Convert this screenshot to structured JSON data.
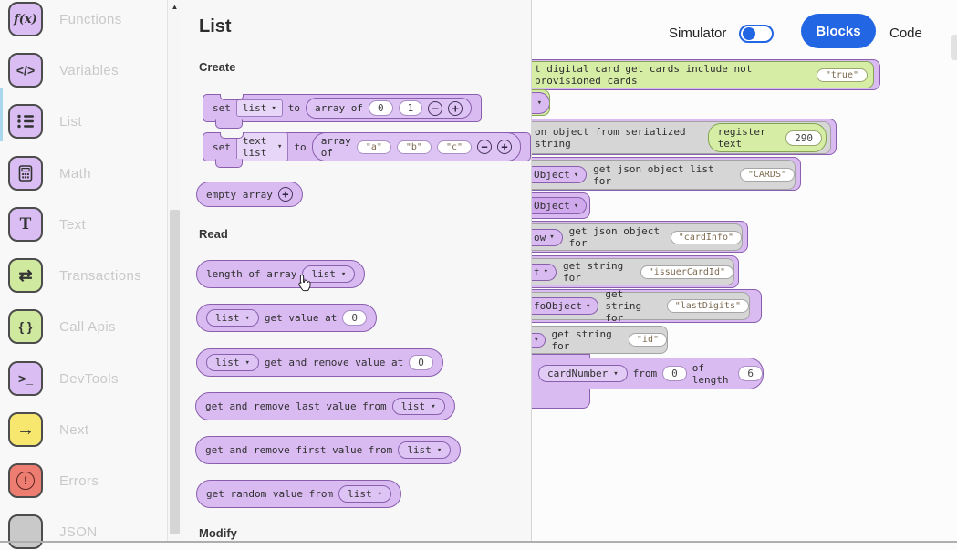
{
  "icons": {
    "dropdown": "▾",
    "plus": "+",
    "minus": "−",
    "scroll_up": "▲",
    "fx": "f(x)",
    "variables": "</>",
    "text": "T",
    "transactions": "⇄",
    "call_apis": "{ }",
    "devtools": ">_",
    "next": "→",
    "errors": "!"
  },
  "sidebar": {
    "items": [
      {
        "label": "Functions"
      },
      {
        "label": "Variables"
      },
      {
        "label": "List"
      },
      {
        "label": "Math"
      },
      {
        "label": "Text"
      },
      {
        "label": "Transactions"
      },
      {
        "label": "Call Apis"
      },
      {
        "label": "DevTools"
      },
      {
        "label": "Next"
      },
      {
        "label": "Errors"
      },
      {
        "label": "JSON"
      }
    ]
  },
  "topbar": {
    "simulator_label": "Simulator",
    "blocks_button": "Blocks",
    "code_button": "Code"
  },
  "flyout": {
    "title": "List",
    "create_label": "Create",
    "read_label": "Read",
    "modify_label": "Modify",
    "set_list": {
      "set": "set",
      "var": "list",
      "to": "to",
      "array_of": "array of",
      "items": [
        "0",
        "1"
      ]
    },
    "set_text_list": {
      "set": "set",
      "var": "text list",
      "to": "to",
      "array_of": "array of",
      "items": [
        "\"a\"",
        "\"b\"",
        "\"c\""
      ]
    },
    "empty_array": {
      "label": "empty array"
    },
    "length_of_array": {
      "label": "length of array",
      "var": "list"
    },
    "get_value_at": {
      "var": "list",
      "label": "get value at",
      "index": "0"
    },
    "get_remove_value_at": {
      "var": "list",
      "label": "get and remove value at",
      "index": "0"
    },
    "get_remove_last": {
      "label": "get and remove last value from",
      "var": "list"
    },
    "get_remove_first": {
      "label": "get and remove first value from",
      "var": "list"
    },
    "get_random": {
      "label": "get random value from",
      "var": "list"
    }
  },
  "workspace": {
    "get_cards": {
      "text": "t digital card get cards include not provisioned cards",
      "value": "\"true\""
    },
    "from_serialized": {
      "text": "on object from serialized string",
      "pill": "register text",
      "pill_value": "290"
    },
    "get_json_list": {
      "dropdown": "Object",
      "text": "get json object list for",
      "value": "\"CARDS\""
    },
    "object_stub": {
      "dropdown": "Object"
    },
    "get_json_object": {
      "dropdown": "ow",
      "text": "get json object for",
      "value": "\"cardInfo\""
    },
    "get_string_issuer": {
      "dropdown": "t",
      "text": "get string for",
      "value": "\"issuerCardId\""
    },
    "get_string_lastdigits": {
      "dropdown": "foObject",
      "text": "get string for",
      "value": "\"lastDigits\""
    },
    "get_string_id": {
      "text": "get string for",
      "value": "\"id\""
    },
    "substring": {
      "dropdown": "cardNumber",
      "from": "from",
      "start": "0",
      "of_length": "of length",
      "length": "6"
    }
  }
}
